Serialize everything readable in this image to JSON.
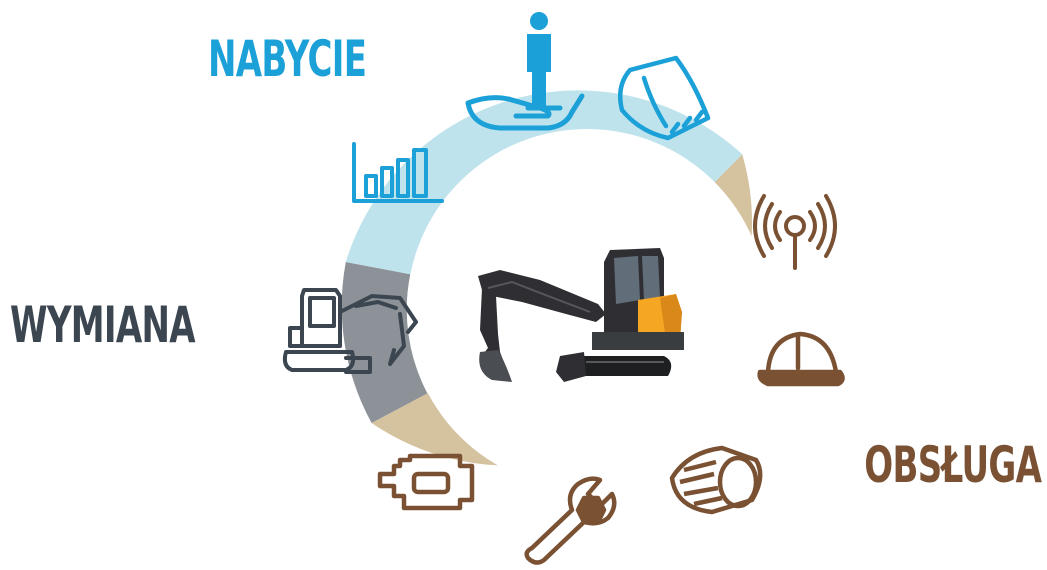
{
  "labels": {
    "acquisition": "NABYCIE",
    "replacement": "WYMIANA",
    "service": "OBSŁUGA"
  },
  "colors": {
    "acquisition": "#1ba0d7",
    "acquisition_ring": "#bfe3ec",
    "replacement": "#3c4650",
    "replacement_ring": "#8c9298",
    "service": "#7a5233",
    "service_ring": "#d5c3a0",
    "machine_accent": "#f5a623"
  },
  "icons": {
    "acquisition": [
      "bar-chart-icon",
      "person-on-hand-icon",
      "bucket-icon"
    ],
    "service": [
      "telematics-signal-icon",
      "hard-hat-icon",
      "filter-cylinder-icon",
      "wrench-nut-icon",
      "engine-icon"
    ],
    "replacement": [
      "mini-excavator-outline-icon"
    ],
    "center": "mini-excavator-image"
  }
}
